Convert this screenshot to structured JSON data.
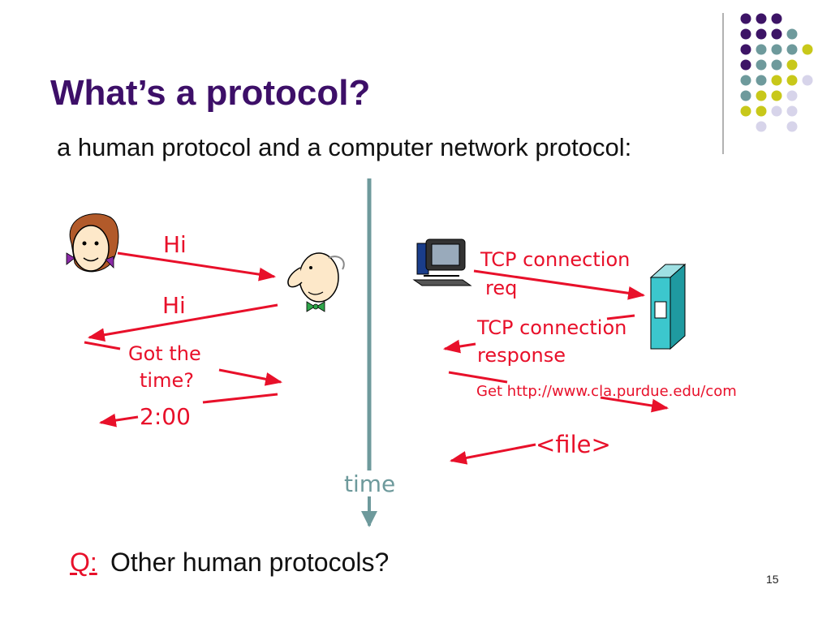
{
  "slide": {
    "title": "What’s a protocol?",
    "subtitle": "a human protocol and a computer network protocol:",
    "page_number": "15"
  },
  "human_exchange": {
    "msg1": "Hi",
    "msg2": "Hi",
    "msg3_line1": "Got the",
    "msg3_line2": "time?",
    "msg4": "2:00"
  },
  "network_exchange": {
    "msg1_line1": "TCP connection",
    "msg1_line2": "req",
    "msg2_line1": "TCP connection",
    "msg2_line2": "response",
    "msg3": "Get http://www.cla.purdue.edu/com",
    "msg4": "<file>"
  },
  "timeline": {
    "label": "time"
  },
  "question": {
    "prefix": "Q:",
    "text": "Other human protocols?"
  },
  "icons": [
    "woman-face-icon",
    "man-face-icon",
    "computer-icon",
    "server-icon",
    "dot-grid-decoration"
  ],
  "colors": {
    "title": "#3d0f68",
    "message": "#e8102a",
    "timeline": "#6e9a9c",
    "dot_purple": "#3d1466",
    "dot_teal": "#6e9a9c",
    "dot_yellow": "#c8c81a",
    "dot_lavender": "#d7d4ea"
  }
}
